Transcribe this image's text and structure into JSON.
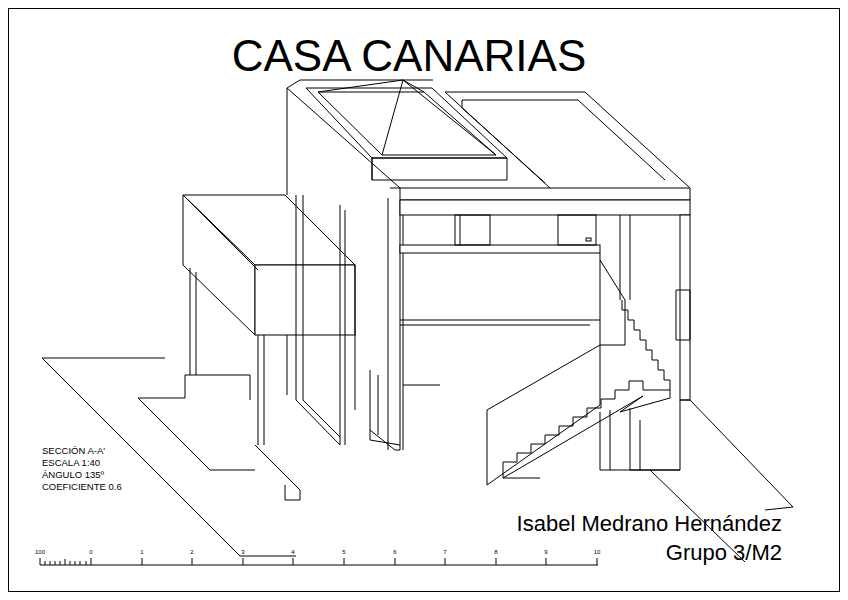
{
  "diagram": {
    "title": "CASA CANARIAS",
    "labels": [
      "SECCIÓN A-A'",
      "ESCALA 1:40",
      "ÁNGULO 135º",
      "COEFICIENTE 0.6",
      "Isabel Medrano Hernández",
      "Grupo 3/M2",
      "100",
      "0",
      "1",
      "2",
      "3",
      "4",
      "5",
      "6",
      "7",
      "8",
      "9",
      "10"
    ]
  }
}
